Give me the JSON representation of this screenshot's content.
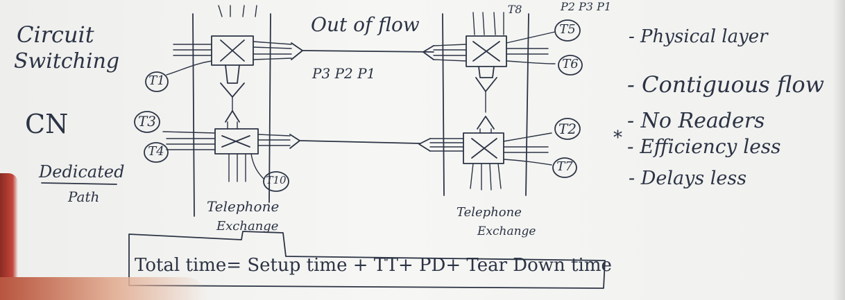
{
  "left_labels": {
    "circuit": "Circuit",
    "switching": "Switching",
    "cn": "CN",
    "dedicated": "Dedicated",
    "path": "Path"
  },
  "top_label": "Out of flow",
  "packets": "P3 P2 P1",
  "packets_top": "P2 P3 P1",
  "exchange_label_1": "Telephone",
  "exchange_label_2": "Exchange",
  "terminals": {
    "t1": "T1",
    "t3": "T3",
    "t4": "T4",
    "t10": "T10",
    "t5": "T5",
    "t6": "T6",
    "t8": "T8",
    "t2": "T2",
    "t7": "T7"
  },
  "characteristics": [
    "- Physical layer",
    "- Contiguous flow",
    "- No Readers",
    "- Efficiency less",
    "- Delays less"
  ],
  "star_mark": "*",
  "formula": "Total time= Setup time + TT+ PD+ Tear Down time",
  "colors": {
    "ink": "#2b3344",
    "board": "#eeeeec"
  }
}
